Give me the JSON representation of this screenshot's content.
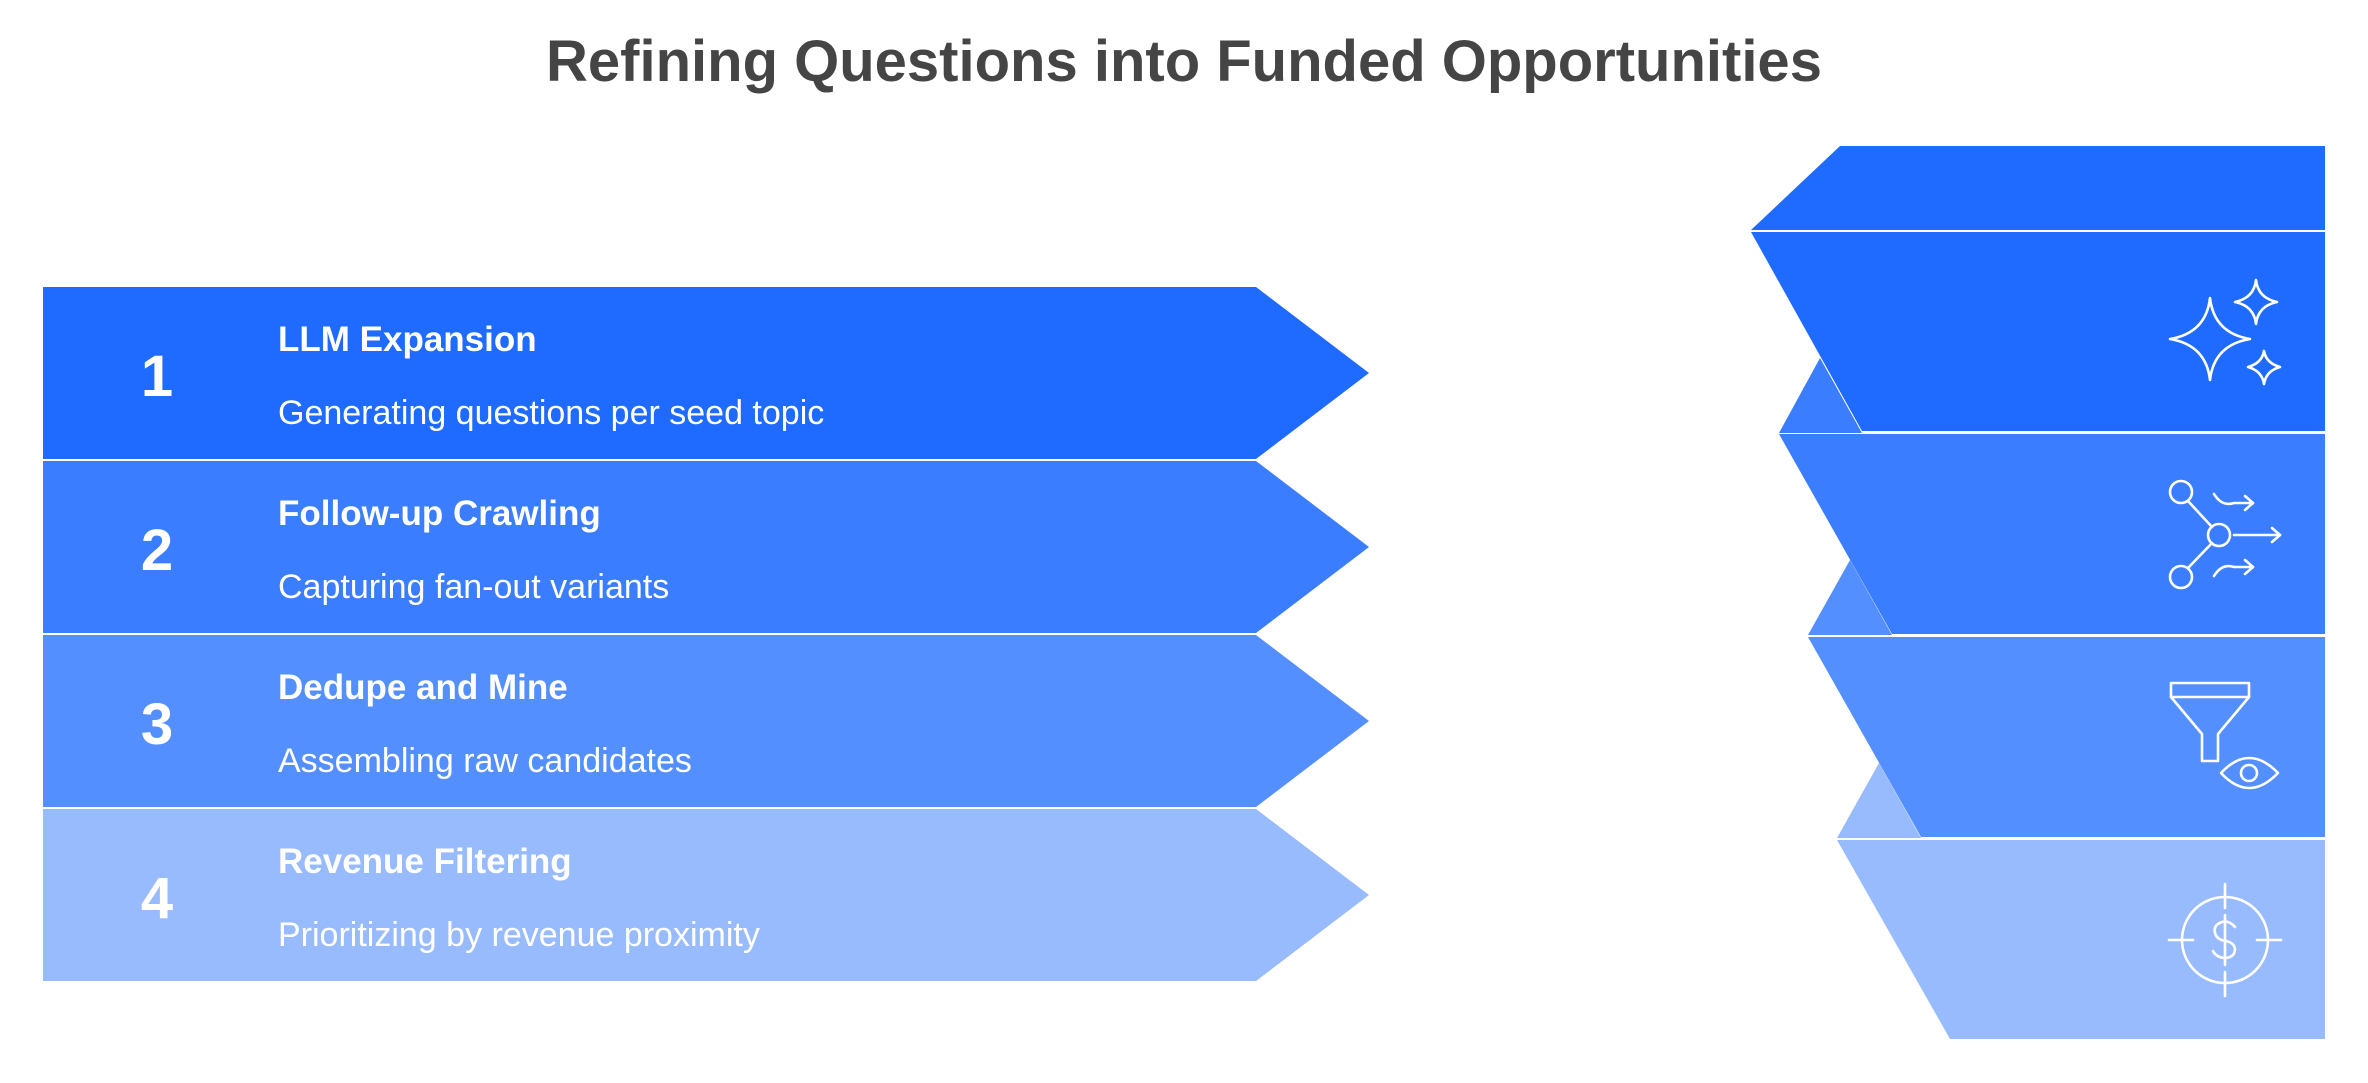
{
  "title": "Refining Questions into Funded Opportunities",
  "colors": {
    "step1": "#1f6aff",
    "step2": "#3a7dff",
    "step3": "#548fff",
    "step4": "#98bbfd",
    "title": "#454545"
  },
  "steps": [
    {
      "number": "1",
      "label": "LLM Expansion",
      "description": "Generating questions per seed topic",
      "icon": "sparkles-icon"
    },
    {
      "number": "2",
      "label": "Follow-up Crawling",
      "description": "Capturing fan-out variants",
      "icon": "branching-arrows-icon"
    },
    {
      "number": "3",
      "label": "Dedupe and Mine",
      "description": "Assembling raw candidates",
      "icon": "funnel-eye-icon"
    },
    {
      "number": "4",
      "label": "Revenue Filtering",
      "description": "Prioritizing by revenue proximity",
      "icon": "dollar-target-icon"
    }
  ]
}
